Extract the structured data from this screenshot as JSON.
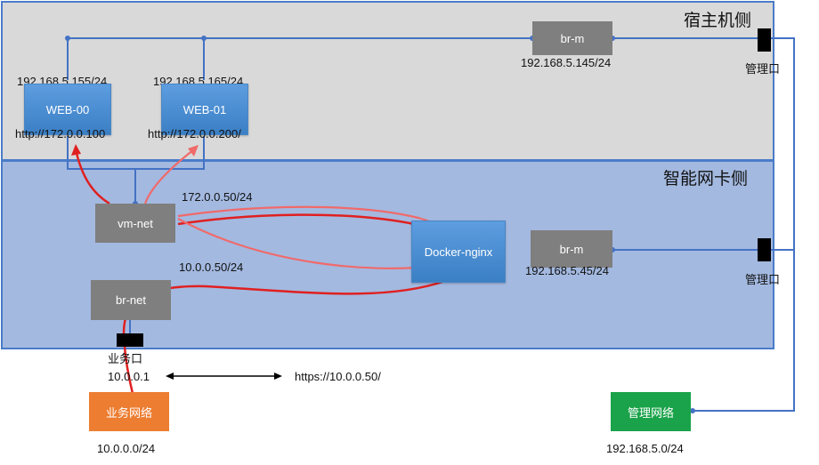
{
  "regions": {
    "host_title": "宿主机侧",
    "nic_title": "智能网卡侧"
  },
  "nodes": {
    "web00": {
      "label": "WEB-00",
      "ip": "192.168.5.155/24",
      "url": "http://172.0.0.100"
    },
    "web01": {
      "label": "WEB-01",
      "ip": "192.168.5.165/24",
      "url": "http://172.0.0.200/"
    },
    "br_m_host": {
      "label": "br-m",
      "ip": "192.168.5.145/24",
      "port_label": "管理口"
    },
    "vm_net": {
      "label": "vm-net",
      "ip_upper": "172.0.0.50/24",
      "ip_lower": "10.0.0.50/24"
    },
    "docker_nginx": {
      "label": "Docker-nginx"
    },
    "br_m_nic": {
      "label": "br-m",
      "ip": "192.168.5.45/24",
      "port_label": "管理口"
    },
    "br_net": {
      "label": "br-net",
      "port_label": "业务口",
      "ip": "10.0.0.1"
    },
    "biz_net": {
      "label": "业务网络",
      "subnet": "10.0.0.0/24"
    },
    "mgmt_net": {
      "label": "管理网络",
      "subnet": "192.168.5.0/24"
    }
  },
  "link_label": "https://10.0.0.50/",
  "colors": {
    "host_region": "#d9d9d9",
    "nic_region": "#a3b9e0",
    "region_border": "#4a7cc9",
    "link": "#4472c4",
    "traffic": "#e02020",
    "traffic_light": "#f06a6a",
    "biz_net": "#ed7d31",
    "mgmt_net": "#1aa34a"
  }
}
